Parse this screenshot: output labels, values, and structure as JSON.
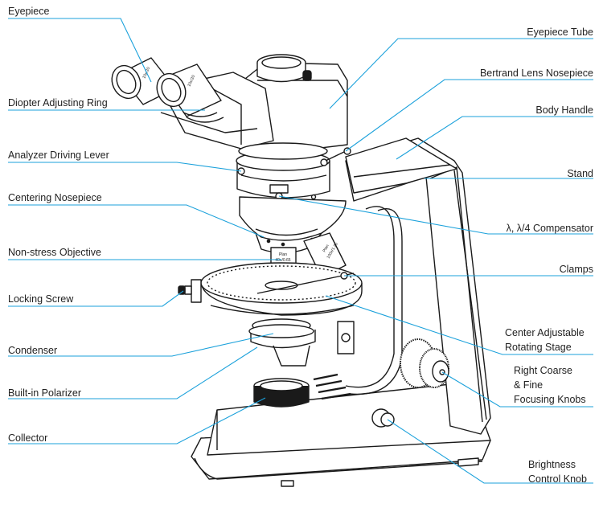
{
  "diagram": {
    "subject": "Polarizing Microscope",
    "leader_color": "#1ba1db",
    "ink_color": "#1a1a1a",
    "objective_labels": {
      "front": [
        "Plan",
        "40x/0.65",
        "∞/-"
      ],
      "side": [
        "Plan",
        "100x/1.25",
        "∞/-"
      ]
    },
    "eyepiece_marking": "10x/20",
    "labels_left": [
      {
        "id": "eyepiece",
        "text": [
          "Eyepiece"
        ]
      },
      {
        "id": "diopter-adjusting-ring",
        "text": [
          "Diopter Adjusting Ring"
        ]
      },
      {
        "id": "analyzer-driving-lever",
        "text": [
          "Analyzer Driving Lever"
        ]
      },
      {
        "id": "centering-nosepiece",
        "text": [
          "Centering Nosepiece"
        ]
      },
      {
        "id": "non-stress-objective",
        "text": [
          "Non-stress Objective"
        ]
      },
      {
        "id": "locking-screw",
        "text": [
          "Locking Screw"
        ]
      },
      {
        "id": "condenser",
        "text": [
          "Condenser"
        ]
      },
      {
        "id": "built-in-polarizer",
        "text": [
          "Built-in Polarizer"
        ]
      },
      {
        "id": "collector",
        "text": [
          "Collector"
        ]
      }
    ],
    "labels_right": [
      {
        "id": "eyepiece-tube",
        "text": [
          "Eyepiece Tube"
        ]
      },
      {
        "id": "bertrand-lens-nosepiece",
        "text": [
          "Bertrand Lens Nosepiece"
        ]
      },
      {
        "id": "body-handle",
        "text": [
          "Body Handle"
        ]
      },
      {
        "id": "stand",
        "text": [
          "Stand"
        ]
      },
      {
        "id": "compensator",
        "text": [
          "λ, λ/4 Compensator"
        ]
      },
      {
        "id": "clamps",
        "text": [
          "Clamps"
        ]
      },
      {
        "id": "center-adjustable-rotating-stage",
        "text": [
          "Center Adjustable",
          "Rotating Stage"
        ]
      },
      {
        "id": "focusing-knobs",
        "text": [
          "Right Coarse",
          "& Fine",
          "Focusing Knobs"
        ]
      },
      {
        "id": "brightness-control-knob",
        "text": [
          "Brightness",
          "Control Knob"
        ]
      }
    ]
  }
}
